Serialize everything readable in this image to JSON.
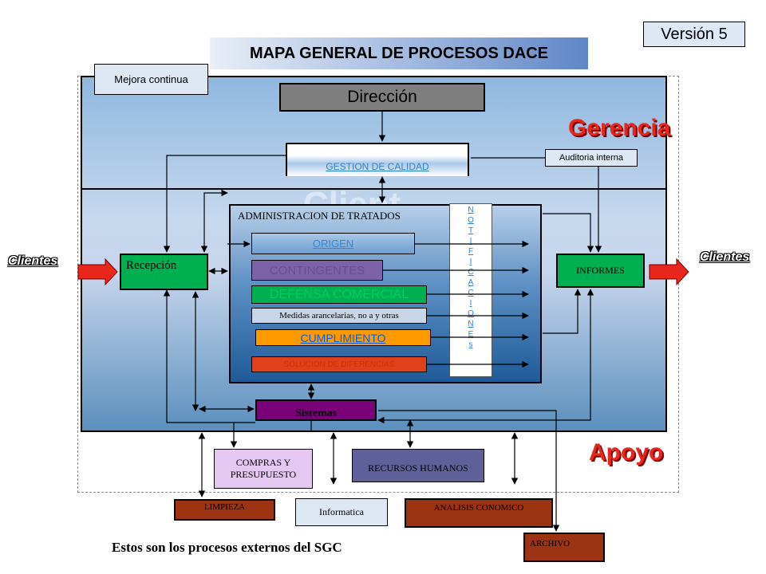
{
  "title": "MAPA GENERAL DE PROCESOS DACE",
  "version": "Versión 5",
  "improvement": "Mejora continua",
  "direction": "Dirección",
  "quality": "GESTION DE CALIDAD",
  "audit": "Auditoria interna",
  "management_zone": "Gerencia",
  "support_zone": "Apoyo",
  "clients_left": "Clientes",
  "clients_right": "Clientes",
  "reception": "Recepción",
  "reports": "INFORMES",
  "treaties": {
    "label": "ADMINISTRACION DE TRATADOS",
    "processes": {
      "origin": "ORIGEN",
      "quotas": "CONTINGENTES",
      "trade_defense": "DEFENSA COMERCIAL",
      "measures": "Medidas arancelarias, no a y otras",
      "compliance": "CUMPLIMIENTO",
      "dispute": "SOLUCION DE DIFERENCIAS"
    }
  },
  "notifications": [
    "N",
    "O",
    "T",
    "I",
    "F",
    "I",
    "C",
    "A",
    "C",
    "I",
    "O",
    "N",
    "E",
    "s"
  ],
  "systems": "Sistemas",
  "support": {
    "purchases": "COMPRAS Y PRESUPUESTO",
    "hr": "RECURSOS HUMANOS",
    "cleaning": "LIMPIEZA",
    "it": "Informatica",
    "economic": "ANALISIS CONOMICO",
    "archive": "ARCHIVO"
  },
  "footer": "Estos son los procesos externos del SGC",
  "colors": {
    "accent_red": "#e8261c",
    "green": "#00b050",
    "brown": "#9c3414",
    "purple": "#7a007a"
  }
}
